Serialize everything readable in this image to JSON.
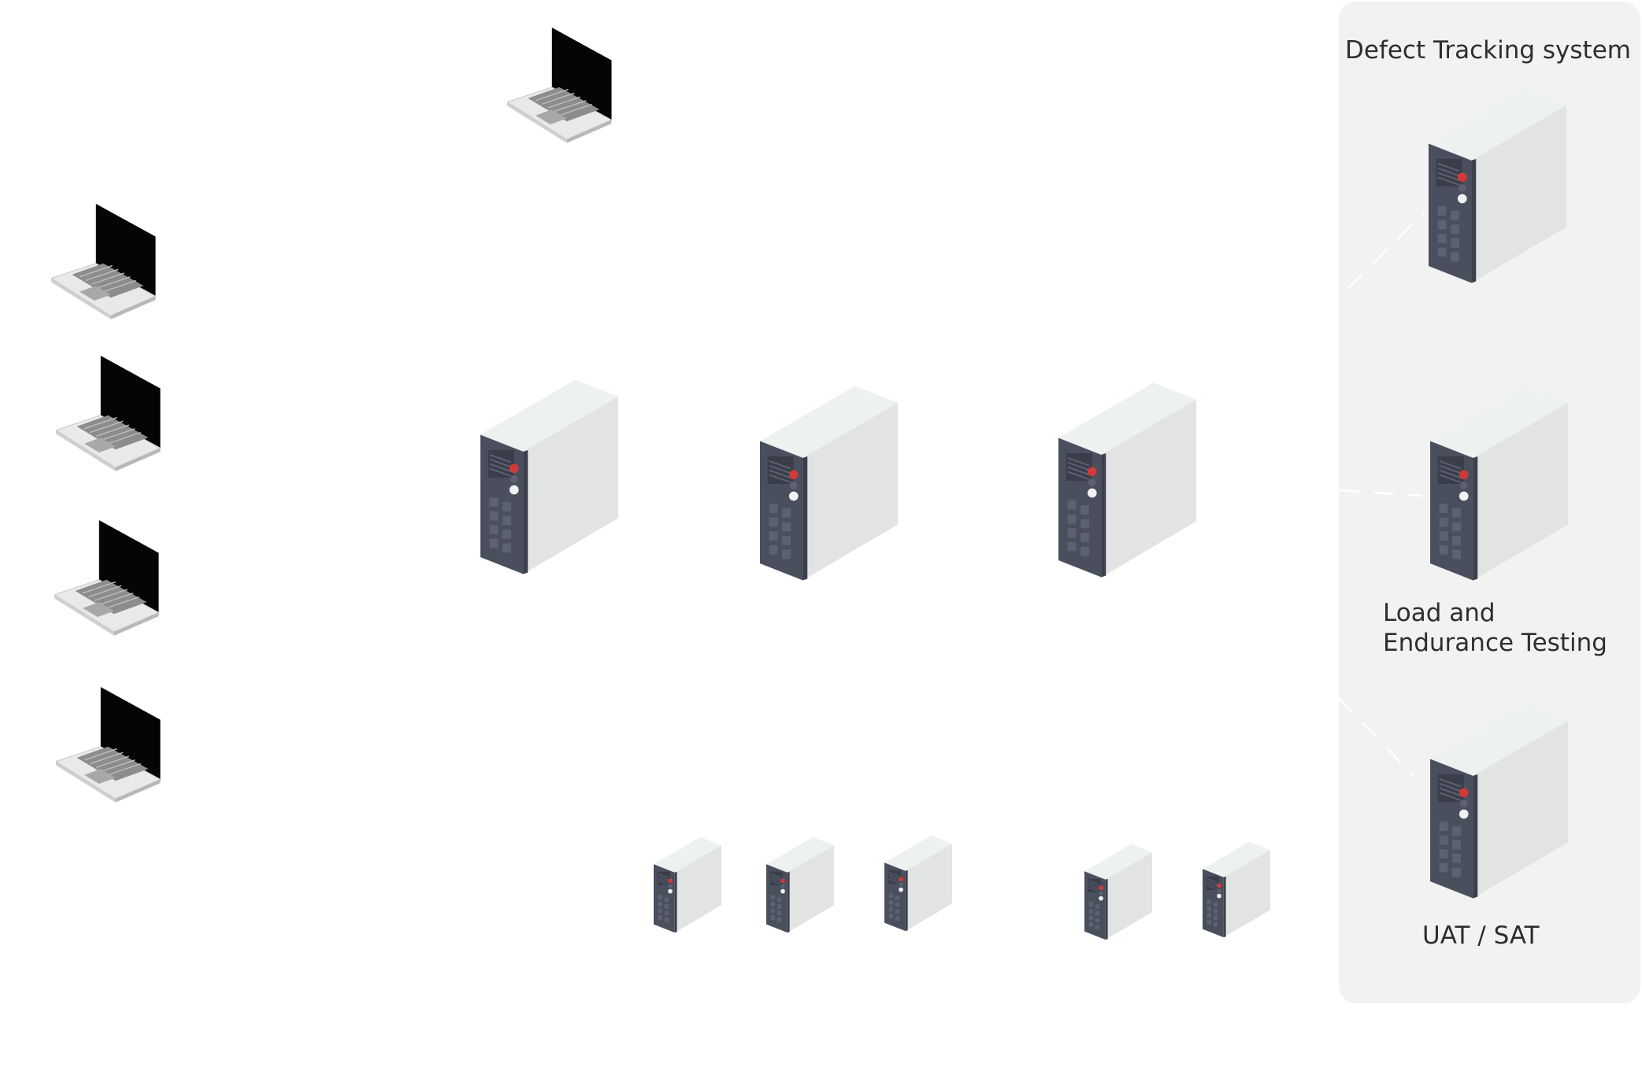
{
  "panel": {
    "defect_label": "Defect Tracking system",
    "load_label_line1": "Load and",
    "load_label_line2": "Endurance Testing",
    "uat_label": "UAT / SAT"
  },
  "icons": {
    "laptop": "laptop-icon",
    "server": "server-tower-icon"
  },
  "colors": {
    "panel_bg": "#f2f2f2",
    "server_front": "#4a4f5e",
    "server_body": "#e4e6e6",
    "laptop_screen": "#050505",
    "led_red": "#d23a3a",
    "text": "#2e2e2e"
  }
}
